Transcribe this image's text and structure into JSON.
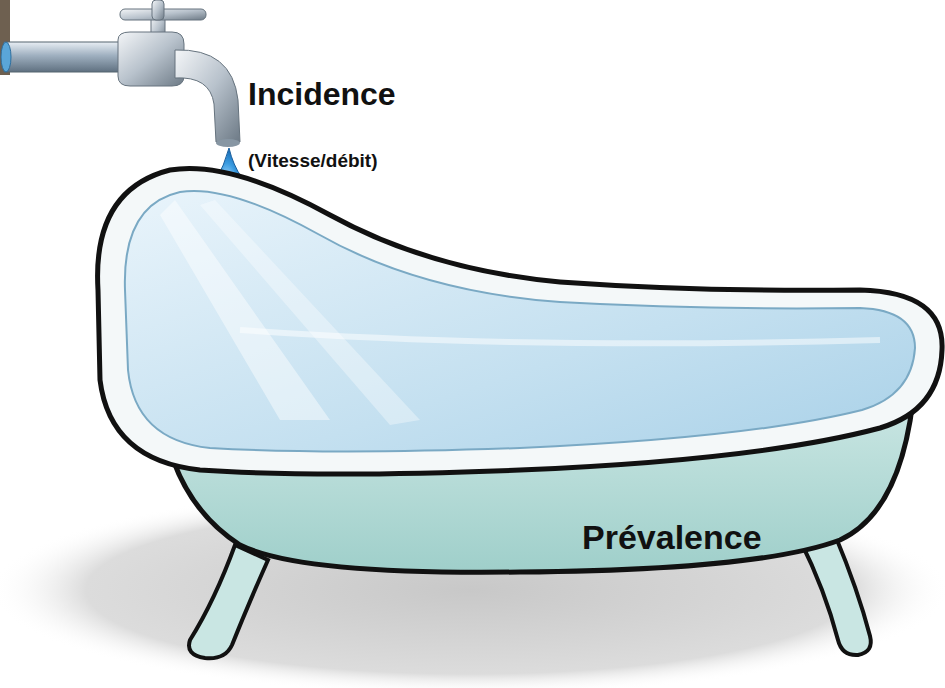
{
  "diagram": {
    "nodes": [
      {
        "text": [
          "Prévalence"
        ]
      }
    ],
    "labels": [
      "Incidence",
      "(Vitesse/débit)"
    ]
  }
}
